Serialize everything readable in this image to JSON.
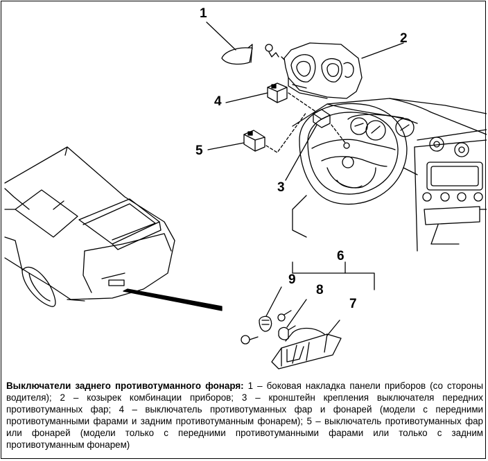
{
  "callouts": {
    "c1": "1",
    "c2": "2",
    "c3": "3",
    "c4": "4",
    "c5": "5",
    "c6": "6",
    "c7": "7",
    "c8": "8",
    "c9": "9"
  },
  "caption": {
    "title": "Выключатели заднего противотуманного фонаря:",
    "text": " 1 – боковая накладка панели приборов (со стороны водителя); 2 – козырек комбинации приборов; 3 – кронштейн крепления выключателя передних противотуманных фар; 4 – выключатель противотуманных фар и фонарей (модели с передними противотуманными фарами и задним противотуманным фонарем); 5 – выключатель противотуманных фар или фонарей (модели только с передними противотуманными фарами или только с задним противотуманным фонарем)"
  }
}
